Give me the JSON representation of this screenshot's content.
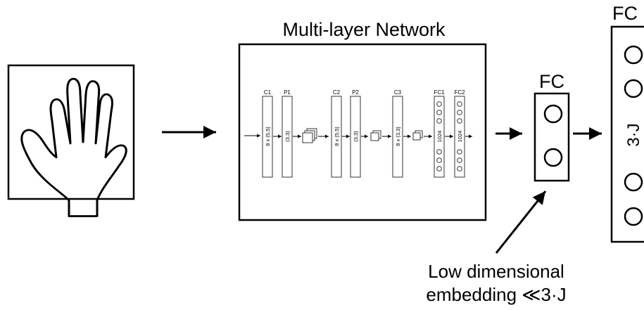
{
  "title": "Multi-layer Network",
  "layers": [
    {
      "name": "C1",
      "detail": "8 x (5,5)"
    },
    {
      "name": "P1",
      "detail": "(3,3)"
    },
    {
      "name": "C2",
      "detail": "8 x (5,5)"
    },
    {
      "name": "P2",
      "detail": "(3,3)"
    },
    {
      "name": "C3",
      "detail": "8 x (3,3)"
    },
    {
      "name": "FC1",
      "detail": "1024"
    },
    {
      "name": "FC2",
      "detail": "1024"
    }
  ],
  "fc_small": {
    "label": "FC"
  },
  "fc_large": {
    "label": "FC",
    "size_label": "3·J"
  },
  "annotation": {
    "line1": "Low dimensional",
    "line2": "embedding ≪3·J"
  },
  "icons": [
    "hand-outline-icon",
    "arrow-right-icon",
    "feature-map-icon",
    "neuron-circle-icon"
  ]
}
